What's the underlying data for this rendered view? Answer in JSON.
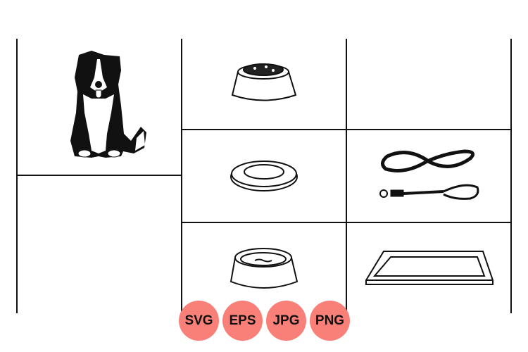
{
  "badge_color": "#f98079",
  "formats": [
    "SVG",
    "EPS",
    "JPG",
    "PNG"
  ],
  "illustrations": [
    "border-collie-dog",
    "food-bowl",
    "frisbee",
    "leash",
    "water-bowl",
    "pet-mat"
  ]
}
